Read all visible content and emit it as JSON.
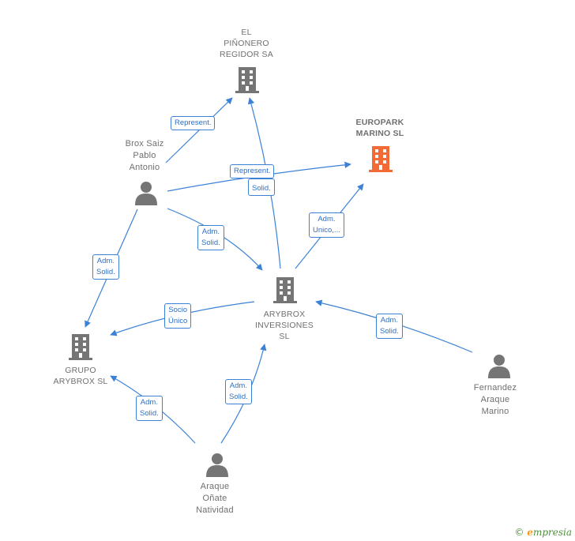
{
  "nodes": {
    "el_pinonero": {
      "label": "EL\nPIÑONERO\nREGIDOR SA",
      "kind": "company"
    },
    "europark": {
      "label": "EUROPARK\nMARINO  SL",
      "kind": "company-highlight"
    },
    "brox_saiz": {
      "label": "Brox Saiz\nPablo\nAntonio",
      "kind": "person"
    },
    "arybrox_inv": {
      "label": "ARYBROX\nINVERSIONES\nSL",
      "kind": "company"
    },
    "grupo_arybrox": {
      "label": "GRUPO\nARYBROX  SL",
      "kind": "company"
    },
    "fernandez": {
      "label": "Fernandez\nAraque\nMarino",
      "kind": "person"
    },
    "araque": {
      "label": "Araque\nOñate\nNatividad",
      "kind": "person"
    }
  },
  "edges": {
    "represent_1": "Represent.",
    "represent_2": "Represent.",
    "solid_1": "Solid.",
    "adm_unico": "Adm.\nUnico,...",
    "adm_solid_1": "Adm.\nSolid.",
    "adm_solid_2": "Adm.\nSolid.",
    "socio_unico": "Socio\nÚnico",
    "adm_solid_3": "Adm.\nSolid.",
    "adm_solid_4": "Adm.\nSolid.",
    "adm_solid_5": "Adm.\nSolid."
  },
  "brand": {
    "copyright": "©",
    "initial": "e",
    "rest": "mpresia"
  },
  "colors": {
    "edge": "#3b82d6",
    "icon": "#757575",
    "highlight": "#f26a35"
  }
}
